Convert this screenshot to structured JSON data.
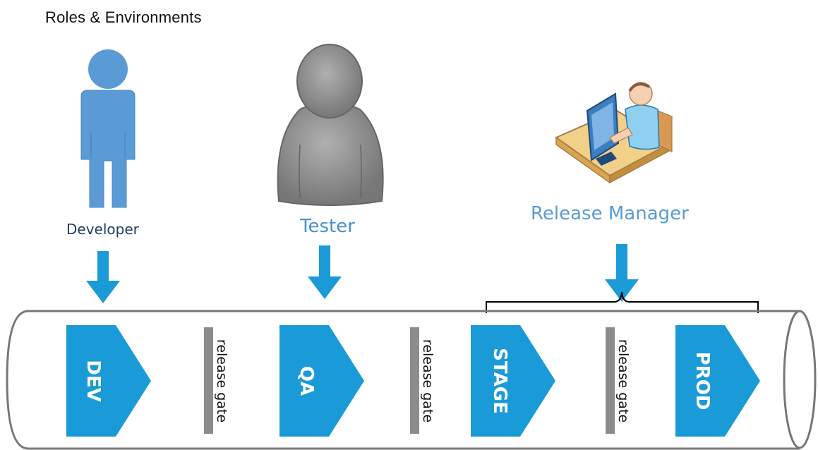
{
  "title": "Roles & Environments",
  "roles": {
    "developer": "Developer",
    "tester": "Tester",
    "release_manager": "Release Manager"
  },
  "stages": [
    "DEV",
    "QA",
    "STAGE",
    "PROD"
  ],
  "gates": [
    "release gate",
    "release gate",
    "release gate"
  ],
  "colors": {
    "accent": "#1a9bd7",
    "developer": "#5b9bd5",
    "tester": "#8a8a8a",
    "gate": "#8c8c8c",
    "label_dark": "#1f3d66"
  }
}
